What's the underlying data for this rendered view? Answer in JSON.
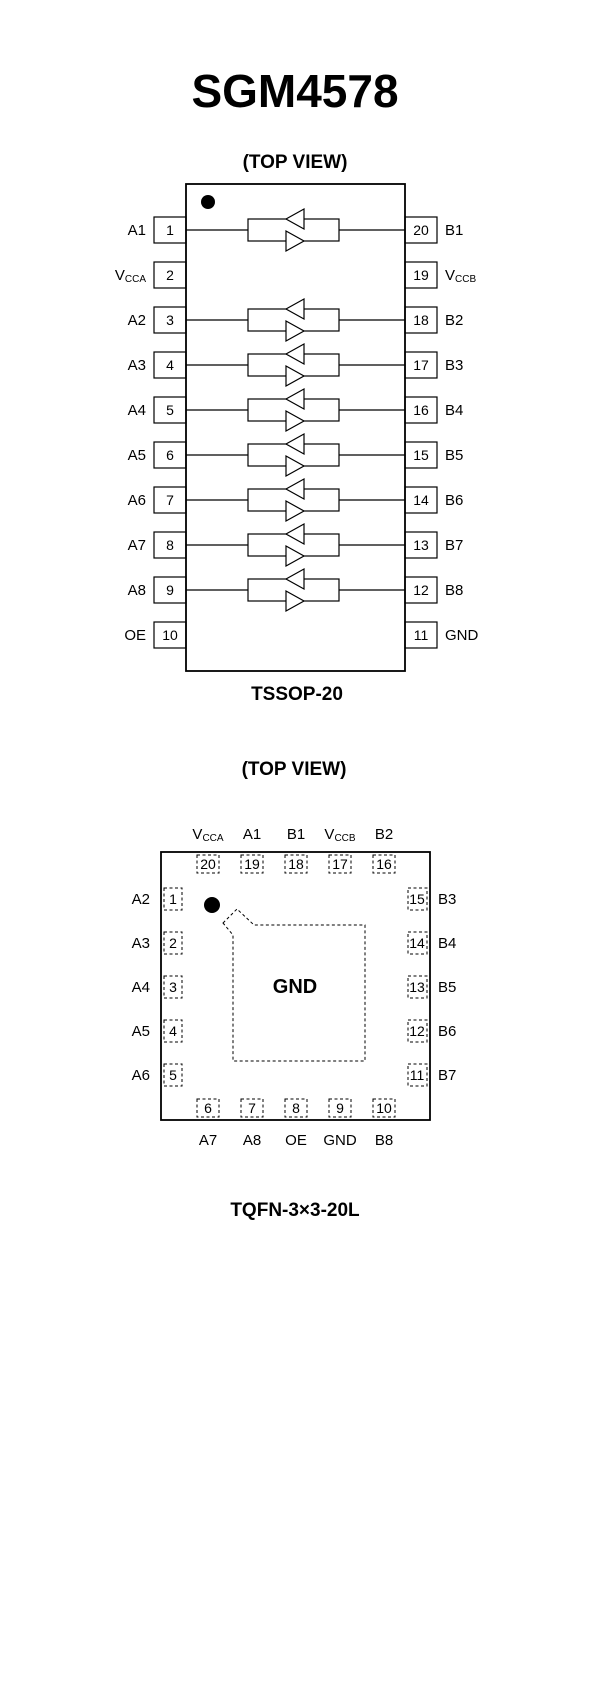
{
  "title": "SGM4578",
  "tssop": {
    "view_label": "(TOP VIEW)",
    "package_label": "TSSOP-20",
    "left_pins": [
      {
        "num": "1",
        "name": "A1",
        "buffer": true
      },
      {
        "num": "2",
        "name": "V",
        "sub": "CCA",
        "buffer": false
      },
      {
        "num": "3",
        "name": "A2",
        "buffer": true
      },
      {
        "num": "4",
        "name": "A3",
        "buffer": true
      },
      {
        "num": "5",
        "name": "A4",
        "buffer": true
      },
      {
        "num": "6",
        "name": "A5",
        "buffer": true
      },
      {
        "num": "7",
        "name": "A6",
        "buffer": true
      },
      {
        "num": "8",
        "name": "A7",
        "buffer": true
      },
      {
        "num": "9",
        "name": "A8",
        "buffer": true
      },
      {
        "num": "10",
        "name": "OE",
        "buffer": false
      }
    ],
    "right_pins": [
      {
        "num": "20",
        "name": "B1"
      },
      {
        "num": "19",
        "name": "V",
        "sub": "CCB"
      },
      {
        "num": "18",
        "name": "B2"
      },
      {
        "num": "17",
        "name": "B3"
      },
      {
        "num": "16",
        "name": "B4"
      },
      {
        "num": "15",
        "name": "B5"
      },
      {
        "num": "14",
        "name": "B6"
      },
      {
        "num": "13",
        "name": "B7"
      },
      {
        "num": "12",
        "name": "B8"
      },
      {
        "num": "11",
        "name": "GND"
      }
    ]
  },
  "tqfn": {
    "view_label": "(TOP VIEW)",
    "package_label": "TQFN-3×3-20L",
    "pad_label": "GND",
    "top_pins": [
      {
        "num": "20",
        "name": "V",
        "sub": "CCA"
      },
      {
        "num": "19",
        "name": "A1"
      },
      {
        "num": "18",
        "name": "B1"
      },
      {
        "num": "17",
        "name": "V",
        "sub": "CCB"
      },
      {
        "num": "16",
        "name": "B2"
      }
    ],
    "left_pins": [
      {
        "num": "1",
        "name": "A2"
      },
      {
        "num": "2",
        "name": "A3"
      },
      {
        "num": "3",
        "name": "A4"
      },
      {
        "num": "4",
        "name": "A5"
      },
      {
        "num": "5",
        "name": "A6"
      }
    ],
    "right_pins": [
      {
        "num": "15",
        "name": "B3"
      },
      {
        "num": "14",
        "name": "B4"
      },
      {
        "num": "13",
        "name": "B5"
      },
      {
        "num": "12",
        "name": "B6"
      },
      {
        "num": "11",
        "name": "B7"
      }
    ],
    "bottom_pins": [
      {
        "num": "6",
        "name": "A7"
      },
      {
        "num": "7",
        "name": "A8"
      },
      {
        "num": "8",
        "name": "OE"
      },
      {
        "num": "9",
        "name": "GND"
      },
      {
        "num": "10",
        "name": "B8"
      }
    ]
  }
}
